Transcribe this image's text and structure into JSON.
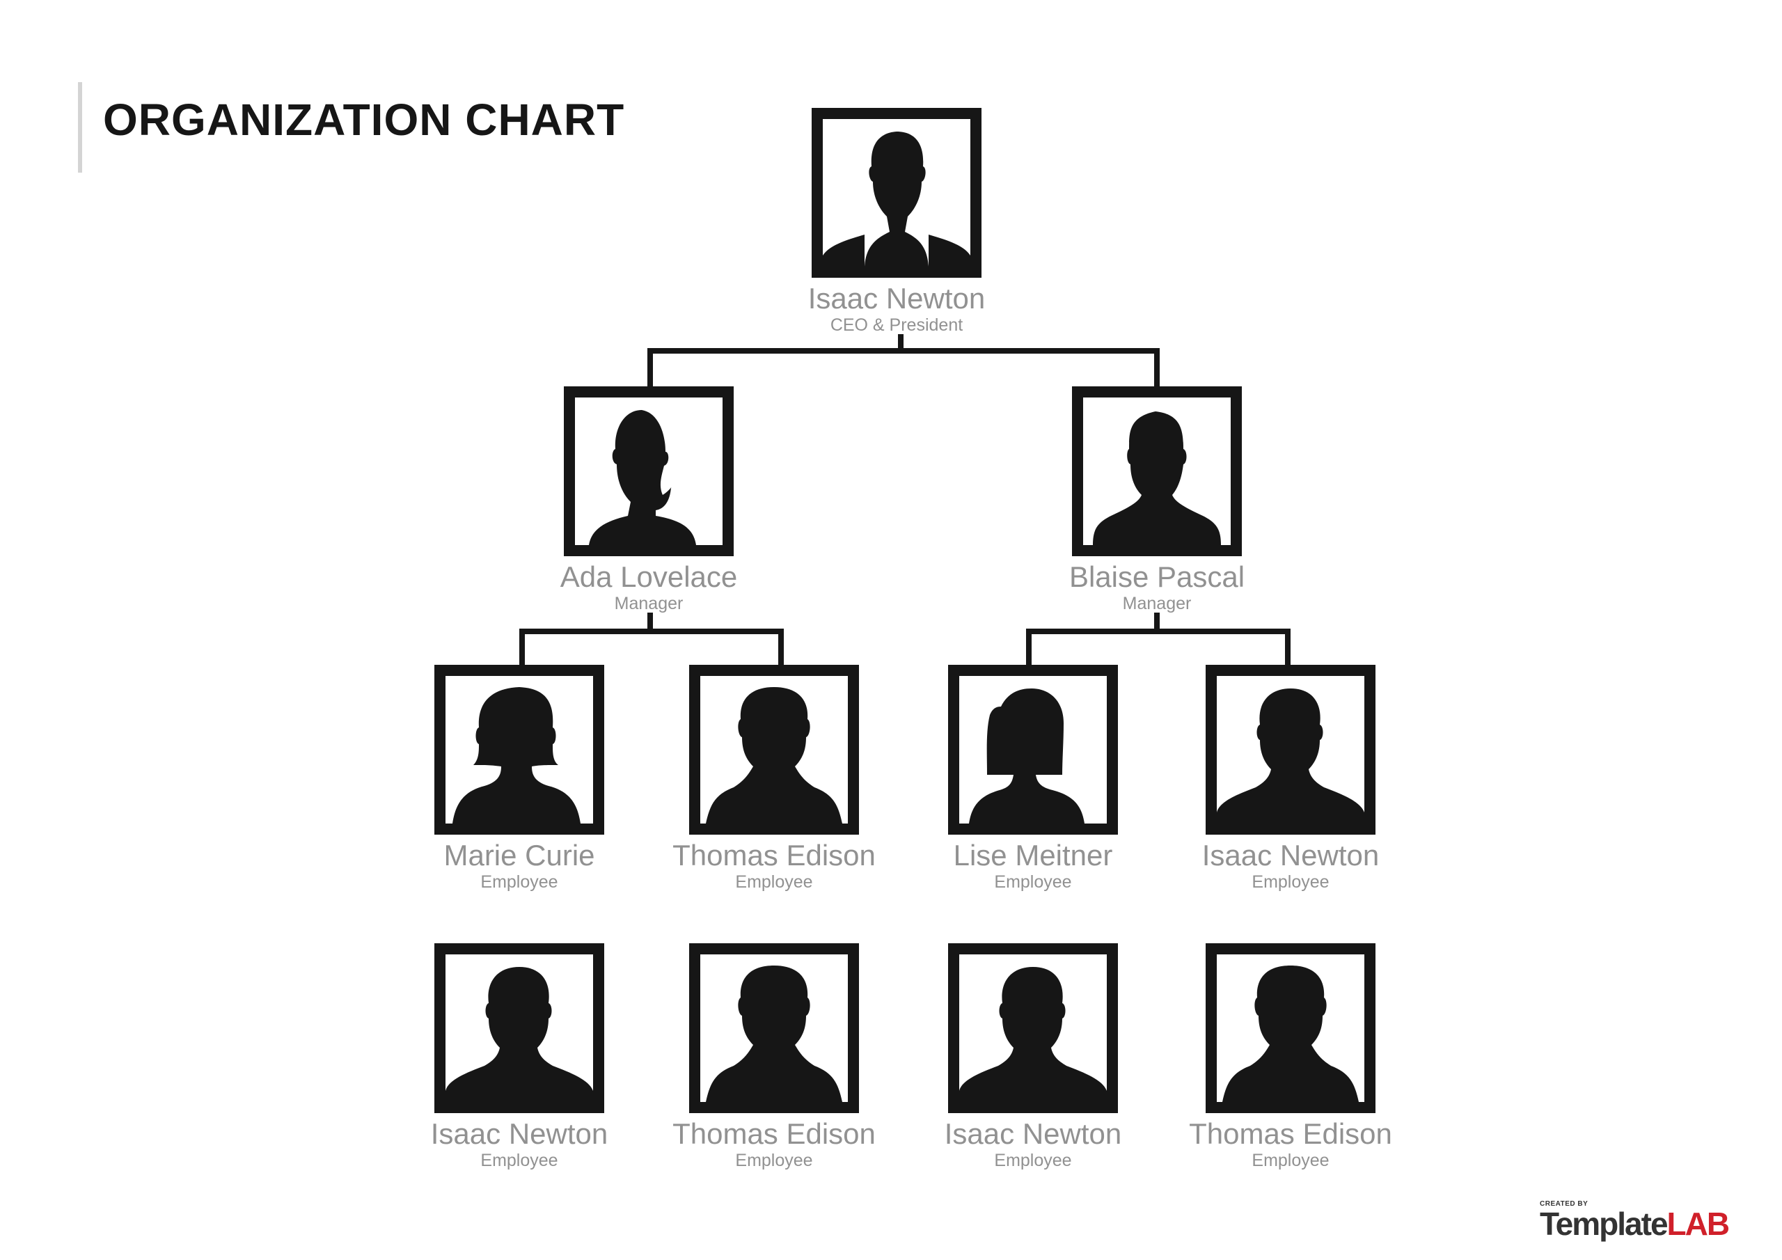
{
  "page": {
    "title": "ORGANIZATION CHART"
  },
  "colors": {
    "frame": "#161616",
    "label_text": "#919191",
    "title_text": "#161616",
    "accent_bar": "#d4d4d4",
    "logo_dark": "#333333",
    "logo_red": "#d0202a"
  },
  "nodes": [
    {
      "name": "Isaac Newton",
      "role": "CEO & President",
      "silhouette": "male-curly-hair"
    },
    {
      "name": "Ada Lovelace",
      "role": "Manager",
      "silhouette": "female-updo"
    },
    {
      "name": "Blaise Pascal",
      "role": "Manager",
      "silhouette": "male-flat-top"
    },
    {
      "name": "Marie Curie",
      "role": "Employee",
      "silhouette": "female-bob"
    },
    {
      "name": "Thomas Edison",
      "role": "Employee",
      "silhouette": "male-short-hair"
    },
    {
      "name": "Lise Meitner",
      "role": "Employee",
      "silhouette": "female-long-hair"
    },
    {
      "name": "Isaac Newton",
      "role": "Employee",
      "silhouette": "male-curly-hair"
    },
    {
      "name": "Isaac Newton",
      "role": "Employee",
      "silhouette": "male-curly-hair"
    },
    {
      "name": "Thomas Edison",
      "role": "Employee",
      "silhouette": "male-short-hair"
    },
    {
      "name": "Isaac Newton",
      "role": "Employee",
      "silhouette": "male-curly-hair"
    },
    {
      "name": "Thomas Edison",
      "role": "Employee",
      "silhouette": "male-short-hair"
    }
  ],
  "hierarchy": {
    "root": 0,
    "children": {
      "0": [
        1,
        2
      ],
      "1": [
        3,
        4
      ],
      "2": [
        5,
        6
      ]
    },
    "unconnected_row": [
      7,
      8,
      9,
      10
    ]
  },
  "footer": {
    "created_by": "CREATED BY",
    "brand_part1": "Template",
    "brand_part2": "LAB"
  }
}
